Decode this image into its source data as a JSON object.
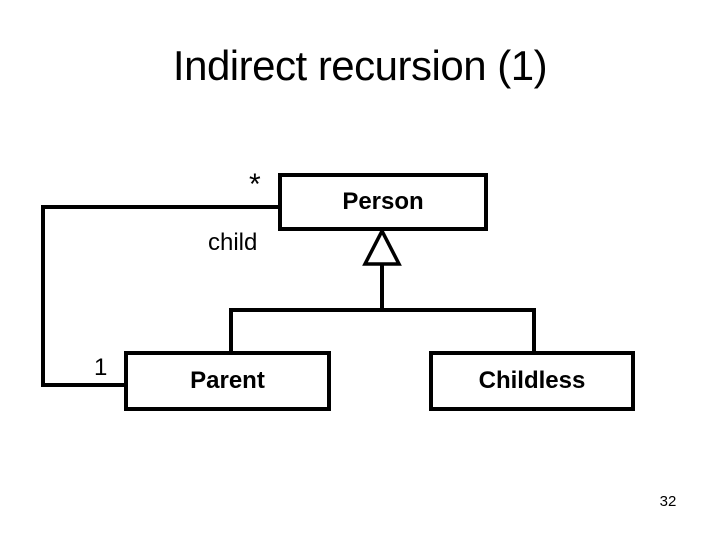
{
  "slide": {
    "title": "Indirect recursion (1)",
    "page_number": "32"
  },
  "diagram": {
    "type": "uml-class-diagram",
    "person_label": "Person",
    "parent_label": "Parent",
    "childless_label": "Childless",
    "child_role_label": "child",
    "multiplicity_many": "*",
    "multiplicity_one": "1",
    "generalization": {
      "superclass": "Person",
      "subclasses": [
        "Parent",
        "Childless"
      ]
    },
    "association": {
      "from": "Parent",
      "to": "Person",
      "role": "child",
      "from_multiplicity": "1",
      "to_multiplicity": "*"
    }
  },
  "colors": {
    "background": "#ffffff",
    "line": "#000000",
    "text": "#000000"
  }
}
